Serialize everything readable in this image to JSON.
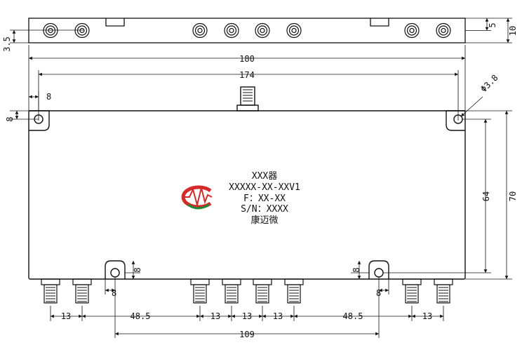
{
  "title": "",
  "label": {
    "line1": "XXX器",
    "line2": "XXXXX-XX-XXV1",
    "line3": "F：XX-XX",
    "line4": "S/N：XXXX",
    "line5": "康迈微"
  },
  "dimensions": {
    "top_height_total": "10",
    "top_connector_center": "5",
    "top_left_offset": "3.5",
    "overall_width": "180",
    "hole_span": "174",
    "hole_inset_horizontal": "8",
    "hole_inset_vertical": "8",
    "hole_diameter": "Φ3.8",
    "hole_vertical_span": "64",
    "overall_height": "70",
    "bottom_hole_offset_left": "8",
    "bottom_hole_offset_right": "8",
    "bottom_hole_inset_left": "8",
    "bottom_hole_inset_right": "8",
    "pitch_a": "13",
    "gap_left": "48.5",
    "pitch_b": "13",
    "pitch_c": "13",
    "pitch_d": "13",
    "gap_right": "48.5",
    "pitch_e": "13",
    "bottom_hole_span": "109"
  },
  "colors": {
    "logo_red": "#d42a2a",
    "logo_green": "#1f8a3a",
    "line": "#111111"
  },
  "icons": {
    "logo": "company-logo-icon",
    "connector": "sma-connector-icon"
  }
}
